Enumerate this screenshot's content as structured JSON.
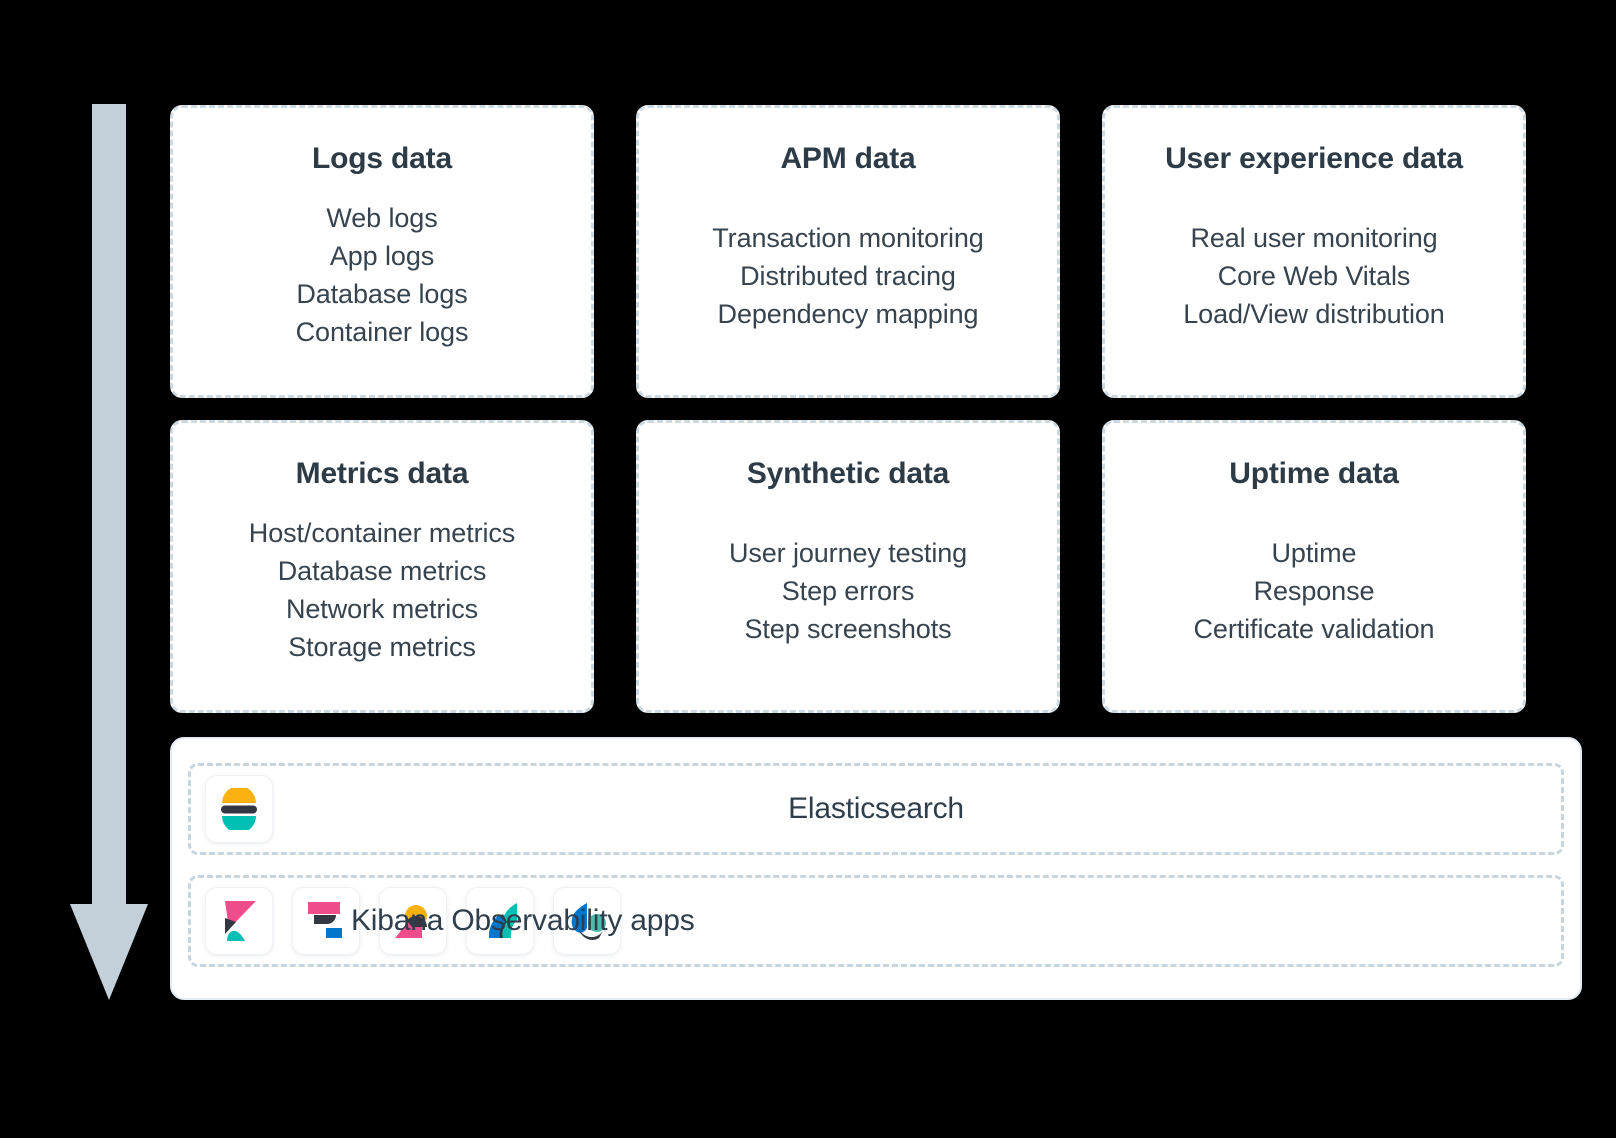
{
  "diagram": {
    "flow_arrow": {
      "icon": "down-arrow-icon",
      "direction": "down",
      "color": "#c3d0d9"
    },
    "cards": [
      {
        "id": "logs",
        "title": "Logs data",
        "items": [
          "Web logs",
          "App logs",
          "Database logs",
          "Container logs"
        ]
      },
      {
        "id": "apm",
        "title": "APM data",
        "items": [
          "Transaction monitoring",
          "Distributed tracing",
          "Dependency mapping"
        ]
      },
      {
        "id": "ux",
        "title": "User experience data",
        "items": [
          "Real user monitoring",
          "Core Web Vitals",
          "Load/View distribution"
        ]
      },
      {
        "id": "metrics",
        "title": "Metrics data",
        "items": [
          "Host/container metrics",
          "Database metrics",
          "Network metrics",
          "Storage metrics"
        ]
      },
      {
        "id": "synthetic",
        "title": "Synthetic data",
        "items": [
          "User journey testing",
          "Step errors",
          "Step screenshots"
        ]
      },
      {
        "id": "uptime",
        "title": "Uptime data",
        "items": [
          "Uptime",
          "Response",
          "Certificate validation"
        ]
      }
    ],
    "platform": {
      "elasticsearch_row": {
        "label": "Elasticsearch",
        "icon": "elasticsearch-logo-icon"
      },
      "kibana_row": {
        "label": "Kibana Observability apps",
        "icons": [
          "kibana-logo-icon",
          "logs-app-icon",
          "metrics-app-icon",
          "uptime-app-icon",
          "synthetics-app-icon"
        ]
      }
    },
    "colors": {
      "text_dark": "#2d3b47",
      "card_border": "#cdd9e1",
      "arrow": "#c3d0d9",
      "elastic_yellow": "#f9b110",
      "elastic_teal": "#00bfb3",
      "elastic_navy": "#343741",
      "elastic_pink": "#ee4c8b",
      "elastic_blue": "#0077cc",
      "elastic_green": "#4dbdab"
    }
  }
}
